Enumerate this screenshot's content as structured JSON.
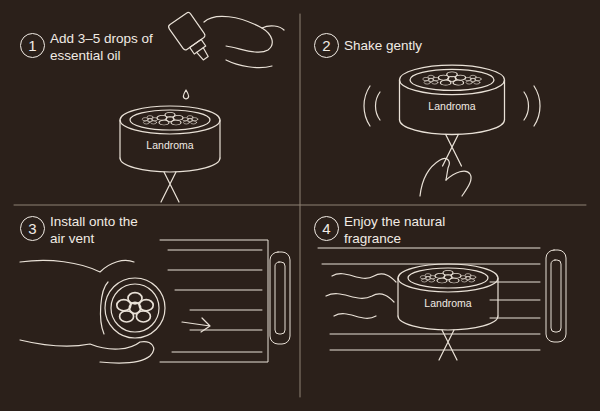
{
  "diagram": {
    "nodes": [
      {
        "text": [
          "1"
        ]
      },
      {
        "text": [
          "2"
        ]
      },
      {
        "text": [
          "3"
        ]
      },
      {
        "text": [
          "4"
        ]
      }
    ],
    "labels": [
      "Add 3–5 drops of essential oil",
      "Shake gently",
      "Install onto the air vent",
      "Enjoy the natural fragrance",
      "Landroma",
      "Landroma",
      "Landroma"
    ]
  }
}
